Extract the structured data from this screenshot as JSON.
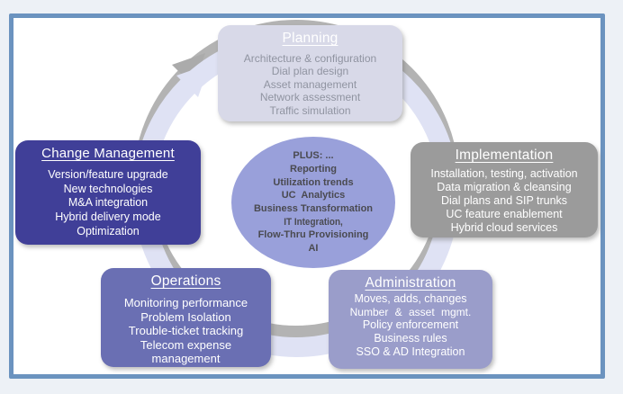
{
  "colors": {
    "frame_border": "#6b93bf",
    "page_background": "#edf1f6",
    "panel_background": "#ffffff",
    "ring": "#dfe2f4",
    "ring_shadow": "#b3b3b3",
    "planning_box": "#d8d9e8",
    "planning_text": "#9094a1",
    "implementation_box": "#9b9b9b",
    "administration_box": "#9a9dca",
    "operations_box": "#6a6fb3",
    "change_management_box": "#403f98",
    "center_ellipse": "#99a0da",
    "center_text": "#4a4a50",
    "box_text": "#ffffff"
  },
  "boxes": {
    "planning": {
      "title": "Planning",
      "items": [
        "Architecture & configuration",
        "Dial plan design",
        "Asset management",
        "Network assessment",
        "Traffic simulation"
      ]
    },
    "implementation": {
      "title": "Implementation",
      "items": [
        "Installation, testing, activation",
        "Data migration & cleansing",
        "Dial plans and SIP trunks",
        "UC feature enablement",
        "Hybrid cloud services"
      ]
    },
    "administration": {
      "title": "Administration",
      "items": [
        "Moves, adds, changes",
        "Number & asset mgmt.",
        "Policy enforcement",
        "Business rules",
        "SSO & AD Integration"
      ]
    },
    "operations": {
      "title": "Operations",
      "items": [
        "Monitoring performance",
        "Problem Isolation",
        "Trouble-ticket tracking",
        "Telecom expense management"
      ]
    },
    "change_management": {
      "title": "Change Management",
      "items": [
        "Version/feature upgrade",
        "New technologies",
        "M&A integration",
        "Hybrid delivery mode",
        "Optimization"
      ]
    }
  },
  "center": {
    "lines": [
      "PLUS: ...",
      "Reporting",
      "Utilization trends",
      "UC  Analytics",
      "Business Transformation",
      "IT Integration,",
      "Flow-Thru Provisioning",
      "AI"
    ]
  }
}
